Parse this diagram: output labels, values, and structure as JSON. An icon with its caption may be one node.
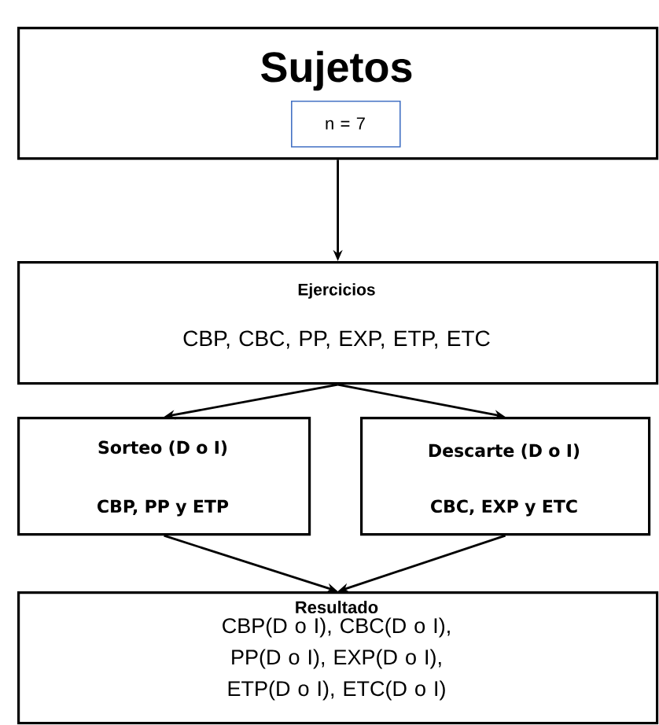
{
  "diagram": {
    "nodes": [
      {
        "text": [
          "Sujetos"
        ]
      },
      {
        "text": [
          "n = 7"
        ],
        "in": 0
      },
      {
        "text": [
          "Ejercicios",
          "CBP, CBC, PP, EXP, ETP, ETC"
        ]
      },
      {
        "text": [
          "Sorteo (D o I)",
          "CBP, PP y ETP"
        ]
      },
      {
        "text": [
          "Descarte (D o I)",
          "CBC, EXP y ETC"
        ]
      },
      {
        "text": [
          "Resultado",
          "CBP(D o I), CBC(D o I), PP(D o I), EXP(D o I), ETP(D o I), ETC(D o I)"
        ]
      }
    ],
    "edges": [
      {
        "from": 0,
        "to": 2,
        "arrow": "to"
      },
      {
        "from": 2,
        "to": 3,
        "arrow": "to"
      },
      {
        "from": 2,
        "to": 4,
        "arrow": "to"
      },
      {
        "from": 3,
        "to": 5,
        "arrow": "to"
      },
      {
        "from": 4,
        "to": 5,
        "arrow": "to"
      }
    ]
  }
}
